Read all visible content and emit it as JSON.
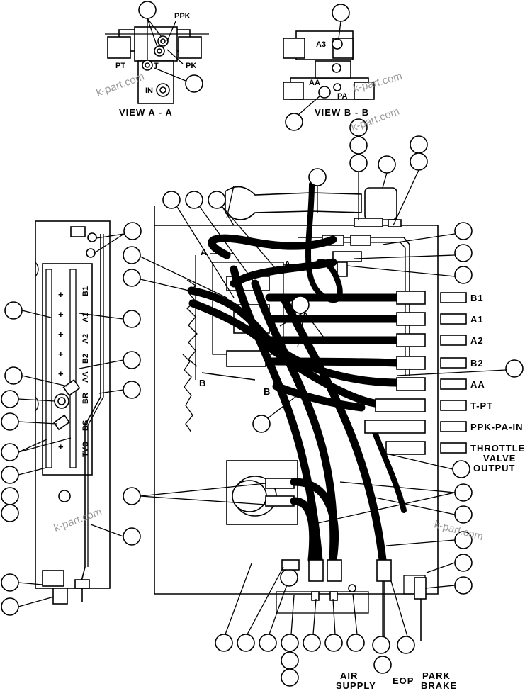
{
  "views": {
    "view_a": {
      "title": "VIEW A - A",
      "ports": {
        "ppk": "PPK",
        "pt": "PT",
        "t": "T",
        "pk": "PK",
        "in": "IN"
      }
    },
    "view_b": {
      "title": "VIEW B - B",
      "ports": {
        "a3": "A3",
        "aa": "AA",
        "pa": "PA"
      }
    }
  },
  "section_marks": {
    "a_left": "A",
    "a_right": "A",
    "b_left": "B",
    "b_right": "B"
  },
  "panel_labels": {
    "b1": "B1",
    "a1": "A1",
    "a2": "A2",
    "b2": "B2",
    "aa": "AA",
    "br": "BR",
    "bs": "BS",
    "tvo": "TVO"
  },
  "outputs": [
    "B1",
    "A1",
    "A2",
    "B2",
    "AA",
    "T-PT",
    "PPK-PA-IN"
  ],
  "throttle_output": {
    "line1": "THROTTLE",
    "line2": "VALVE",
    "line3": "OUTPUT"
  },
  "bottom_labels": {
    "air_supply": {
      "line1": "AIR",
      "line2": "SUPPLY"
    },
    "eop": "EOP",
    "park_brake": {
      "line1": "PARK",
      "line2": "BRAKE"
    }
  },
  "watermarks": [
    "k-part.com",
    "k-part.com",
    "k-part.com",
    "k-part.com",
    "k-part.com"
  ],
  "colors": {
    "ink": "#000000",
    "paper": "#ffffff",
    "watermark": "#9a9a9a"
  }
}
